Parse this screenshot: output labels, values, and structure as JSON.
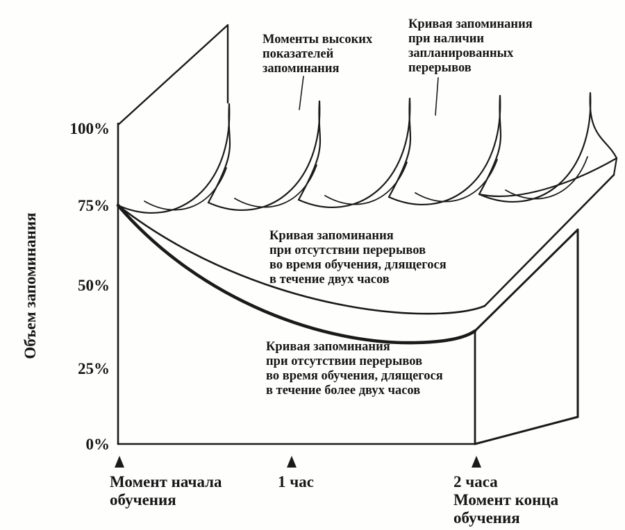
{
  "figure": {
    "ink_color": "#1a1a1a",
    "y_axis_title": "Объем запоминания",
    "y_ticks": [
      "100%",
      "75%",
      "50%",
      "25%",
      "0%"
    ],
    "x_marks": [
      {
        "label": "Момент начала\nобучения"
      },
      {
        "label": "1 час"
      },
      {
        "label": "2 часа\nМомент конца\nобучения"
      }
    ],
    "annotations": {
      "peaks": "Моменты высоких\nпоказателей\nзапоминания",
      "with_breaks": "Кривая запоминания\nпри наличии\nзапланированных\nперерывов",
      "no_breaks_2h": "Кривая запоминания\nпри отсутствии перерывов\nво время обучения, длящегося\nв течение двух часов",
      "no_breaks_more_2h": "Кривая запоминания\nпри отсутствии перерывов\nво время обучения, длящегося\nв течение более двух часов"
    }
  },
  "chart_data": {
    "type": "line",
    "title": "",
    "xlabel": "",
    "ylabel": "Объем запоминания",
    "ylim": [
      0,
      100
    ],
    "y_tick_values": [
      0,
      25,
      50,
      75,
      100
    ],
    "y_tick_labels": [
      "0%",
      "25%",
      "50%",
      "75%",
      "100%"
    ],
    "x_hours": [
      0,
      0.5,
      1,
      1.5,
      2
    ],
    "x_tick_labels": [
      "Момент начала обучения",
      "1 час",
      "2 часа — момент конца обучения"
    ],
    "series": [
      {
        "name": "Кривая запоминания при наличии запланированных перерывов",
        "values": [
          75,
          100,
          100,
          100,
          100
        ],
        "note": "пики выше 100% (моменты высоких показателей запоминания) в каждый запланированный перерыв"
      },
      {
        "name": "Кривая запоминания при отсутствии перерывов во время обучения, длящегося в течение двух часов",
        "values": [
          75,
          60,
          52,
          47,
          45
        ]
      },
      {
        "name": "Кривая запоминания при отсутствии перерывов во время обучения, длящегося в течение более двух часов",
        "values": [
          75,
          56,
          44,
          36,
          33
        ]
      }
    ],
    "legend_position": "annotations-on-plot",
    "grid": false,
    "style": "hand-drawn 3d sketch"
  }
}
